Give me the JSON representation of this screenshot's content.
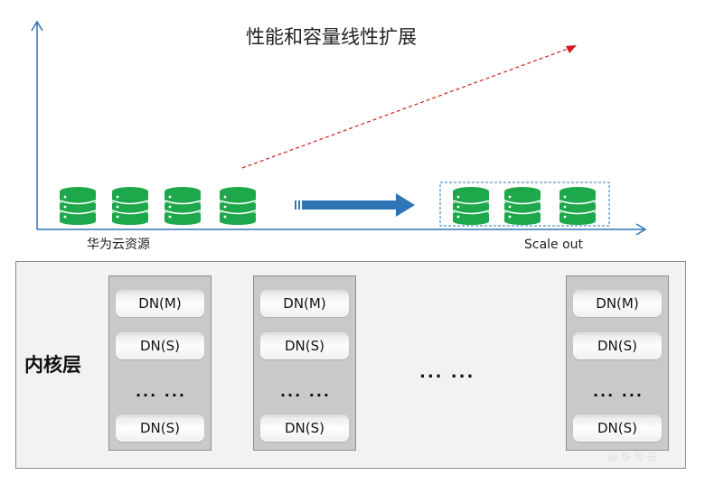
{
  "chart": {
    "title": "性能和容量线性扩展",
    "resource_label": "华为云资源",
    "scale_label": "Scale out",
    "left_db_count": 4,
    "right_db_count": 3,
    "colors": {
      "axis": "#2e75b6",
      "db": "#1ea84b",
      "arrow": "#2e75b6",
      "trend": "#d01c1c",
      "dashbox": "#2e75b6"
    },
    "icons": [
      "database-icon",
      "arrow-right-icon",
      "trend-arrow-icon"
    ]
  },
  "kernel": {
    "title": "内核层",
    "mid_dots": "... ...",
    "columns": [
      {
        "n1": "DN(M)",
        "n2": "DN(S)",
        "dots": "... ...",
        "n3": "DN(S)"
      },
      {
        "n1": "DN(M)",
        "n2": "DN(S)",
        "dots": "... ...",
        "n3": "DN(S)"
      },
      {
        "n1": "DN(M)",
        "n2": "DN(S)",
        "dots": "... ...",
        "n3": "DN(S)"
      }
    ]
  },
  "watermark": "@ 华 为 云"
}
